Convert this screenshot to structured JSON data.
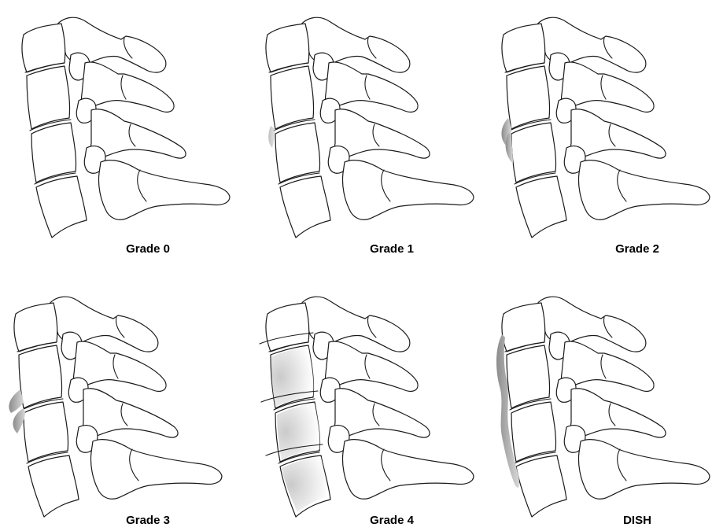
{
  "figure": {
    "panels": [
      {
        "label": "Grade 0",
        "grade": 0
      },
      {
        "label": "Grade 1",
        "grade": 1
      },
      {
        "label": "Grade 2",
        "grade": 2
      },
      {
        "label": "Grade 3",
        "grade": 3
      },
      {
        "label": "Grade 4",
        "grade": 4
      },
      {
        "label": "DISH",
        "grade": "dish"
      }
    ]
  },
  "colors": {
    "outline": "#1a1a1a",
    "bone_fill": "#ffffff",
    "osteophyte_shade": "#9a9a9a",
    "background": "#ffffff"
  }
}
